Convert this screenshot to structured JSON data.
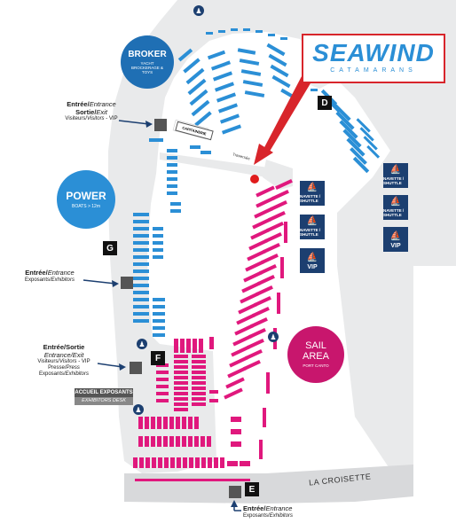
{
  "logo": {
    "name": "SEAWIND",
    "sub": "CATAMARANS",
    "border_color": "#d8252b"
  },
  "colors": {
    "blue": "#2b8fd6",
    "magenta": "#e0187d",
    "navy": "#1c3f70",
    "grey": "#555555",
    "dark_blue_circle": "#1f6fb4"
  },
  "broker": {
    "title": "BROKER",
    "sub": "YACHT BROCKERAGE & TOYS"
  },
  "power": {
    "title": "POWER",
    "sub": "BOATS > 12m"
  },
  "sail": {
    "title1": "SAIL",
    "title2": "AREA",
    "sub": "PORT CANTO"
  },
  "entries": {
    "top": {
      "l1_b": "Entrée/",
      "l1_i": "Entrance",
      "l2_b": "Sortie/",
      "l2_i": "Exit",
      "l3": "Visiteurs/",
      "l3_i": "Visitors",
      "l3_end": " - VIP"
    },
    "mid": {
      "l1_b": "Entrée/",
      "l1_i": "Entrance",
      "l2": "Exposants/",
      "l2_i": "Exhibitors"
    },
    "low": {
      "l1_b": "Entrée/Sortie",
      "l2_i": "Entrance/Exit",
      "l3": "Visiteurs/",
      "l3_i": "Visitors",
      "l3_end": " - VIP",
      "l4": "Presse/",
      "l4_i": "Press",
      "l5": "Exposants/",
      "l5_i": "Exhibitors"
    },
    "bottom": {
      "l1_b": "Entrée/",
      "l1_i": "Entrance",
      "l2": "Exposants/",
      "l2_i": "Exhibitors"
    }
  },
  "letters": {
    "d": "D",
    "g": "G",
    "f": "F",
    "e": "E"
  },
  "desk": {
    "title": "ACCUEIL EXPOSANTS",
    "sub": "EXHIBITORS DESK"
  },
  "street": "LA CROISETTE",
  "capitainerie": "CAPITAINERIE",
  "traverse": "Traversée",
  "tiles": {
    "navette": "NAVETTE / SHUTTLE",
    "vip": "VIP"
  },
  "icons": {
    "toilet": "toilet-icon",
    "boat": "boat-icon",
    "arrow": "arrow-icon"
  }
}
